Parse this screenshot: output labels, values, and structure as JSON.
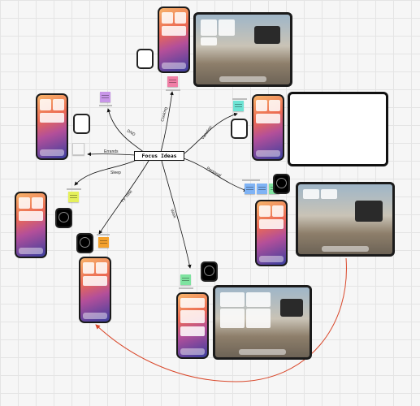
{
  "canvas": {
    "background": "#f6f6f6",
    "grid_color": "#e4e4e4"
  },
  "central_node": {
    "label": "Focus Ideas"
  },
  "branches": [
    {
      "id": "dnd",
      "label": "DND"
    },
    {
      "id": "cooking",
      "label": "Cooking"
    },
    {
      "id": "errands",
      "label": "Errands"
    },
    {
      "id": "sleep",
      "label": "Sleep"
    },
    {
      "id": "tv-time",
      "label": "TV Time"
    },
    {
      "id": "work",
      "label": "Work"
    },
    {
      "id": "personal",
      "label": "Personal"
    },
    {
      "id": "vacation",
      "label": "Vacation"
    }
  ],
  "colors": {
    "edge": "#111111",
    "feedback_arrow": "#d9482b",
    "sticky_purple": "#c896e8",
    "sticky_pink": "#f07fa6",
    "sticky_yellow": "#e5f05a",
    "sticky_orange": "#f4a12c",
    "sticky_teal": "#6ee3d4",
    "sticky_blue": "#7fb3f5",
    "sticky_green": "#7fe3a0"
  },
  "icons": [
    "iphone-icon",
    "ipad-icon",
    "apple-watch-icon",
    "sticky-note-icon"
  ]
}
